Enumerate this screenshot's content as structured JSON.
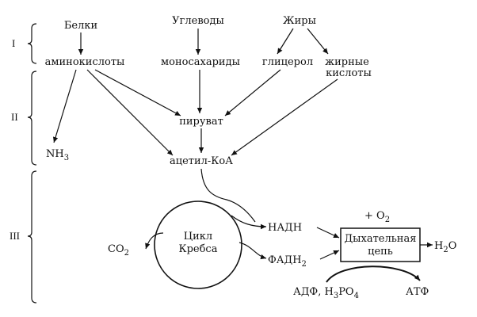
{
  "stages": {
    "one": "I",
    "two": "II",
    "three": "III"
  },
  "sources": {
    "proteins": "Белки",
    "carbohydrates": "Углеводы",
    "fats": "Жиры"
  },
  "monomers": {
    "amino_acids": "аминокислоты",
    "monosaccharides": "моносахариды",
    "glycerol": "глицерол",
    "fatty_acids_1": "жирные",
    "fatty_acids_2": "кислоты"
  },
  "intermediates": {
    "ammonia_base": "NH",
    "ammonia_sub": "3",
    "pyruvate": "пируват",
    "acetyl_coa": "ацетил-КоА"
  },
  "krebs": {
    "line1": "Цикл",
    "line2": "Кребса"
  },
  "products": {
    "co2_base": "CO",
    "co2_sub": "2",
    "nadh": "НАДН",
    "fadh_base": "ФАДН",
    "fadh_sub": "2"
  },
  "respiratory_chain": {
    "line1": "Дыхательная",
    "line2": "цепь",
    "oxygen_prefix": "+ O",
    "oxygen_sub": "2",
    "water_h": "H",
    "water_sub": "2",
    "water_o": "O"
  },
  "phosphorylation": {
    "adp_prefix": "АДФ, H",
    "adp_sub1": "3",
    "adp_mid": "PO",
    "adp_sub2": "4",
    "atp": "АТФ"
  },
  "colors": {
    "ink": "#111111",
    "background": "#ffffff"
  }
}
